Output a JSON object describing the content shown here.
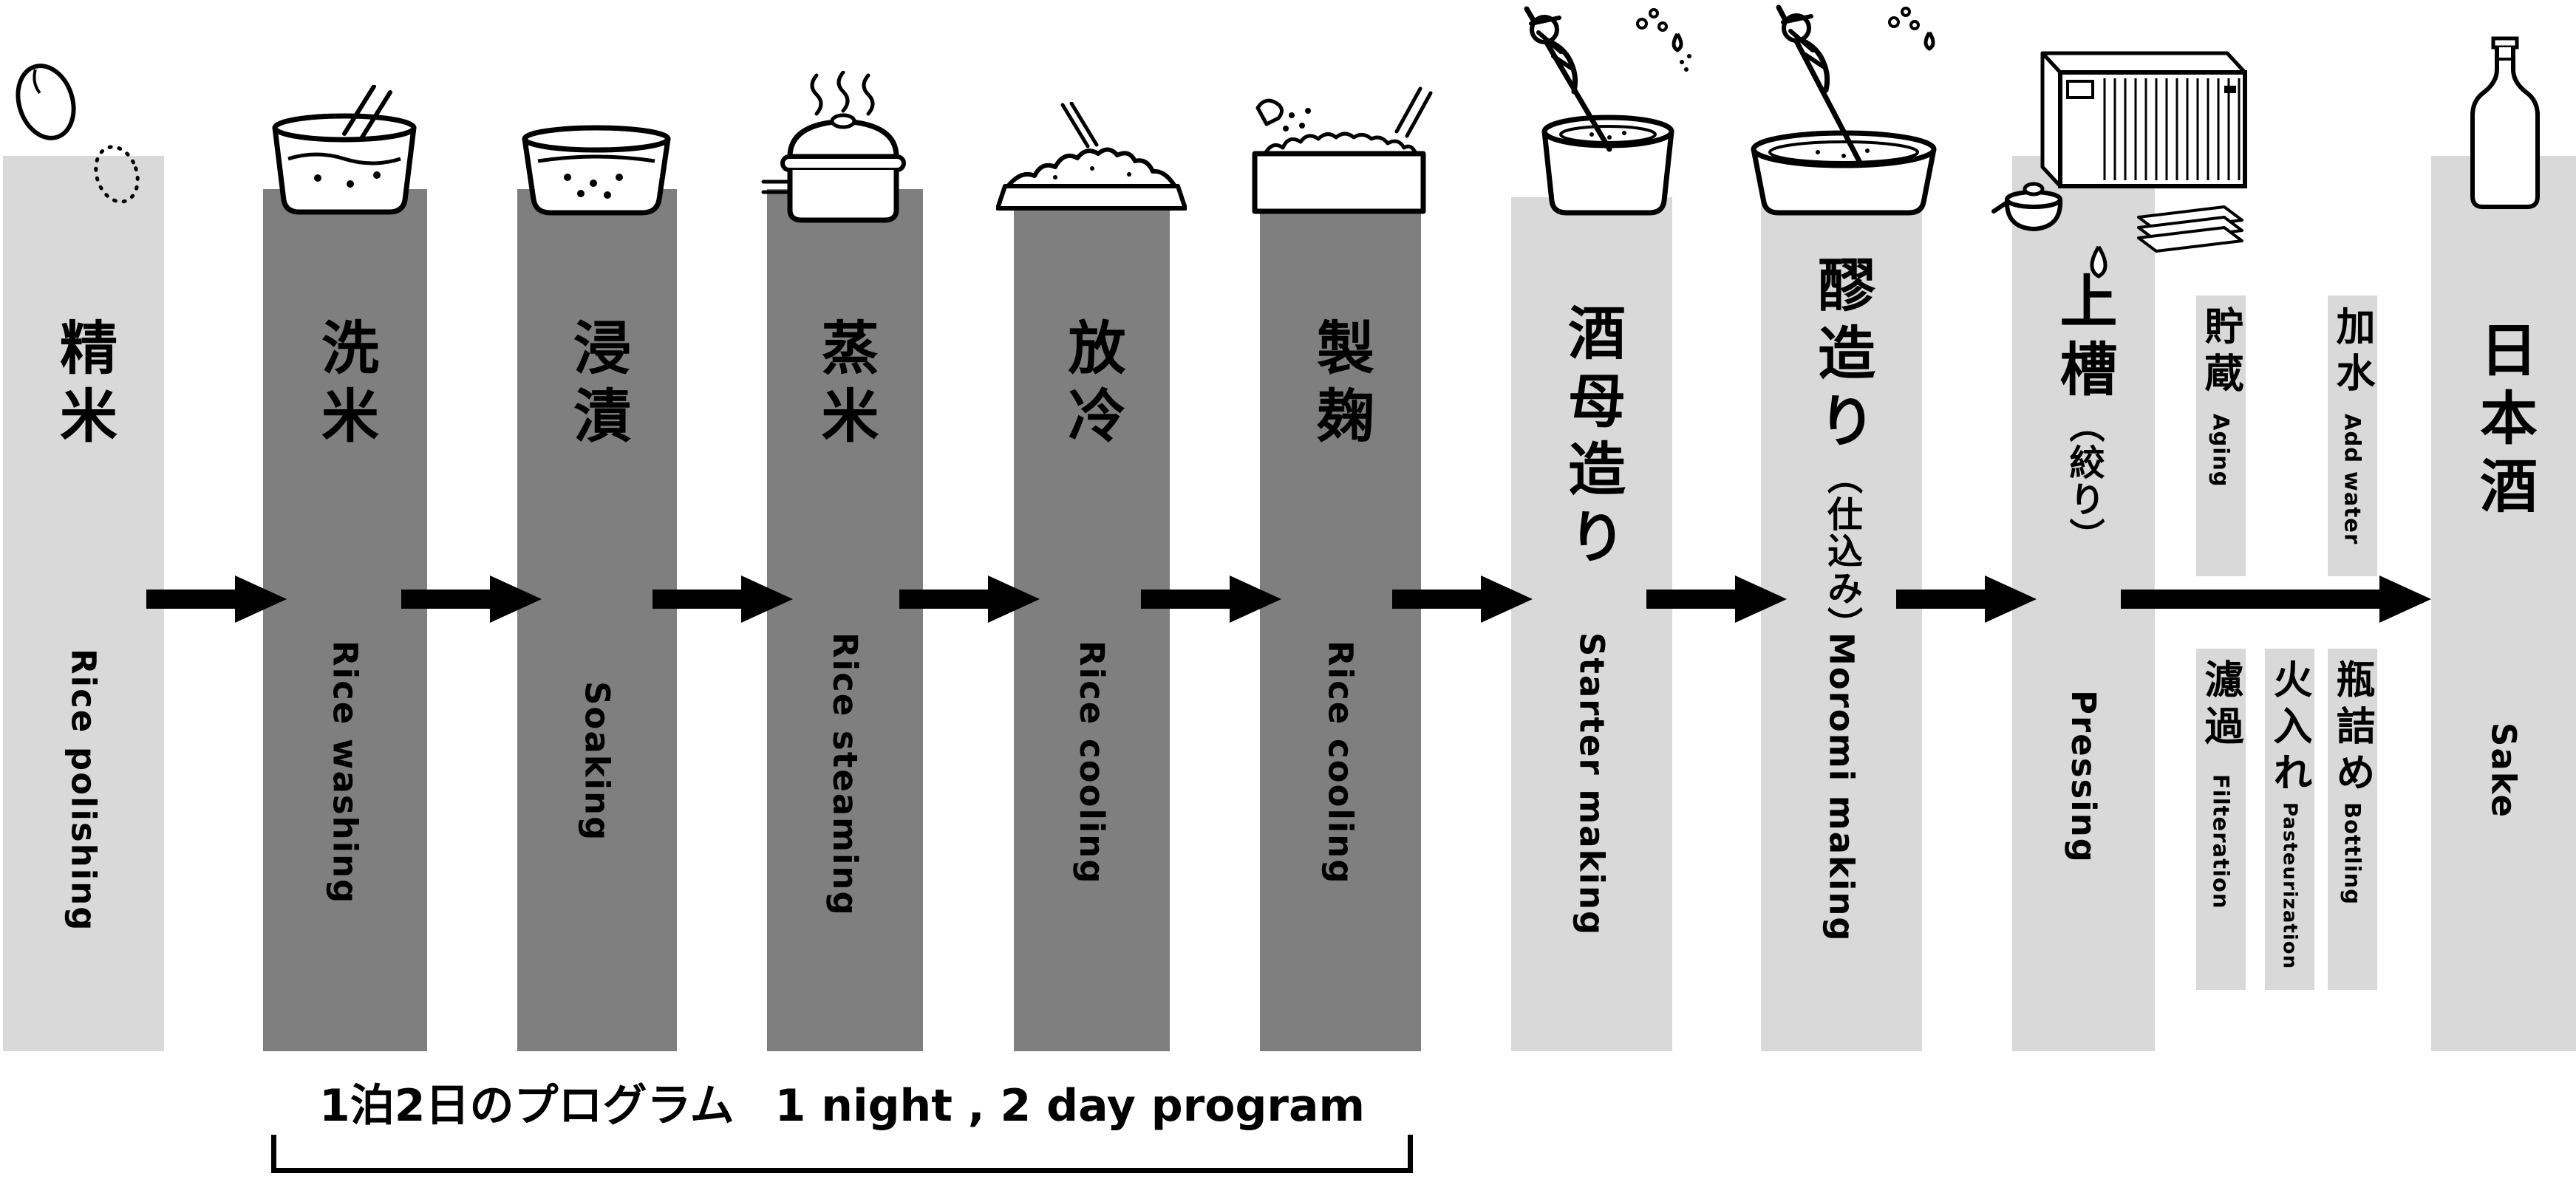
{
  "colors": {
    "dark_column": "#7f7f7f",
    "light_column": "#d9d9d9",
    "arrow": "#000000"
  },
  "steps": [
    {
      "jp": "精米",
      "en": "Rice polishing",
      "icon": "rice-grains-icon"
    },
    {
      "jp": "洗米",
      "en": "Rice washing",
      "icon": "washing-bowl-icon"
    },
    {
      "jp": "浸漬",
      "en": "Soaking",
      "icon": "soaking-bowl-icon"
    },
    {
      "jp": "蒸米",
      "en": "Rice steaming",
      "icon": "steamer-pot-icon"
    },
    {
      "jp": "放冷",
      "en": "Rice cooling",
      "icon": "cooling-tray-icon"
    },
    {
      "jp": "製麹",
      "en": "Rice cooling",
      "icon": "koji-box-icon"
    },
    {
      "jp": "酒母造り",
      "en": "Starter making",
      "icon": "starter-tub-icon"
    },
    {
      "jp": "醪造り",
      "jp_sub": "（仕込み）",
      "en": "Moromi making",
      "icon": "moromi-tub-icon"
    },
    {
      "jp": "上槽",
      "jp_sub": "（絞り）",
      "en": "Pressing",
      "icon": "press-machine-icon"
    },
    {
      "jp": "日本酒",
      "en": "Sake",
      "icon": "sake-bottle-icon"
    }
  ],
  "substeps_top": [
    {
      "jp": "貯蔵",
      "en": "Aging"
    },
    {
      "jp": "加水",
      "en": "Add water"
    }
  ],
  "substeps_bottom": [
    {
      "jp": "濾過",
      "en": "Filteration"
    },
    {
      "jp": "火入れ",
      "en": "Pasteurization"
    },
    {
      "jp": "瓶詰め",
      "en": "Bottling"
    }
  ],
  "caption": {
    "jp": "1泊2日のプログラム",
    "en": "1 night , 2 day program"
  }
}
